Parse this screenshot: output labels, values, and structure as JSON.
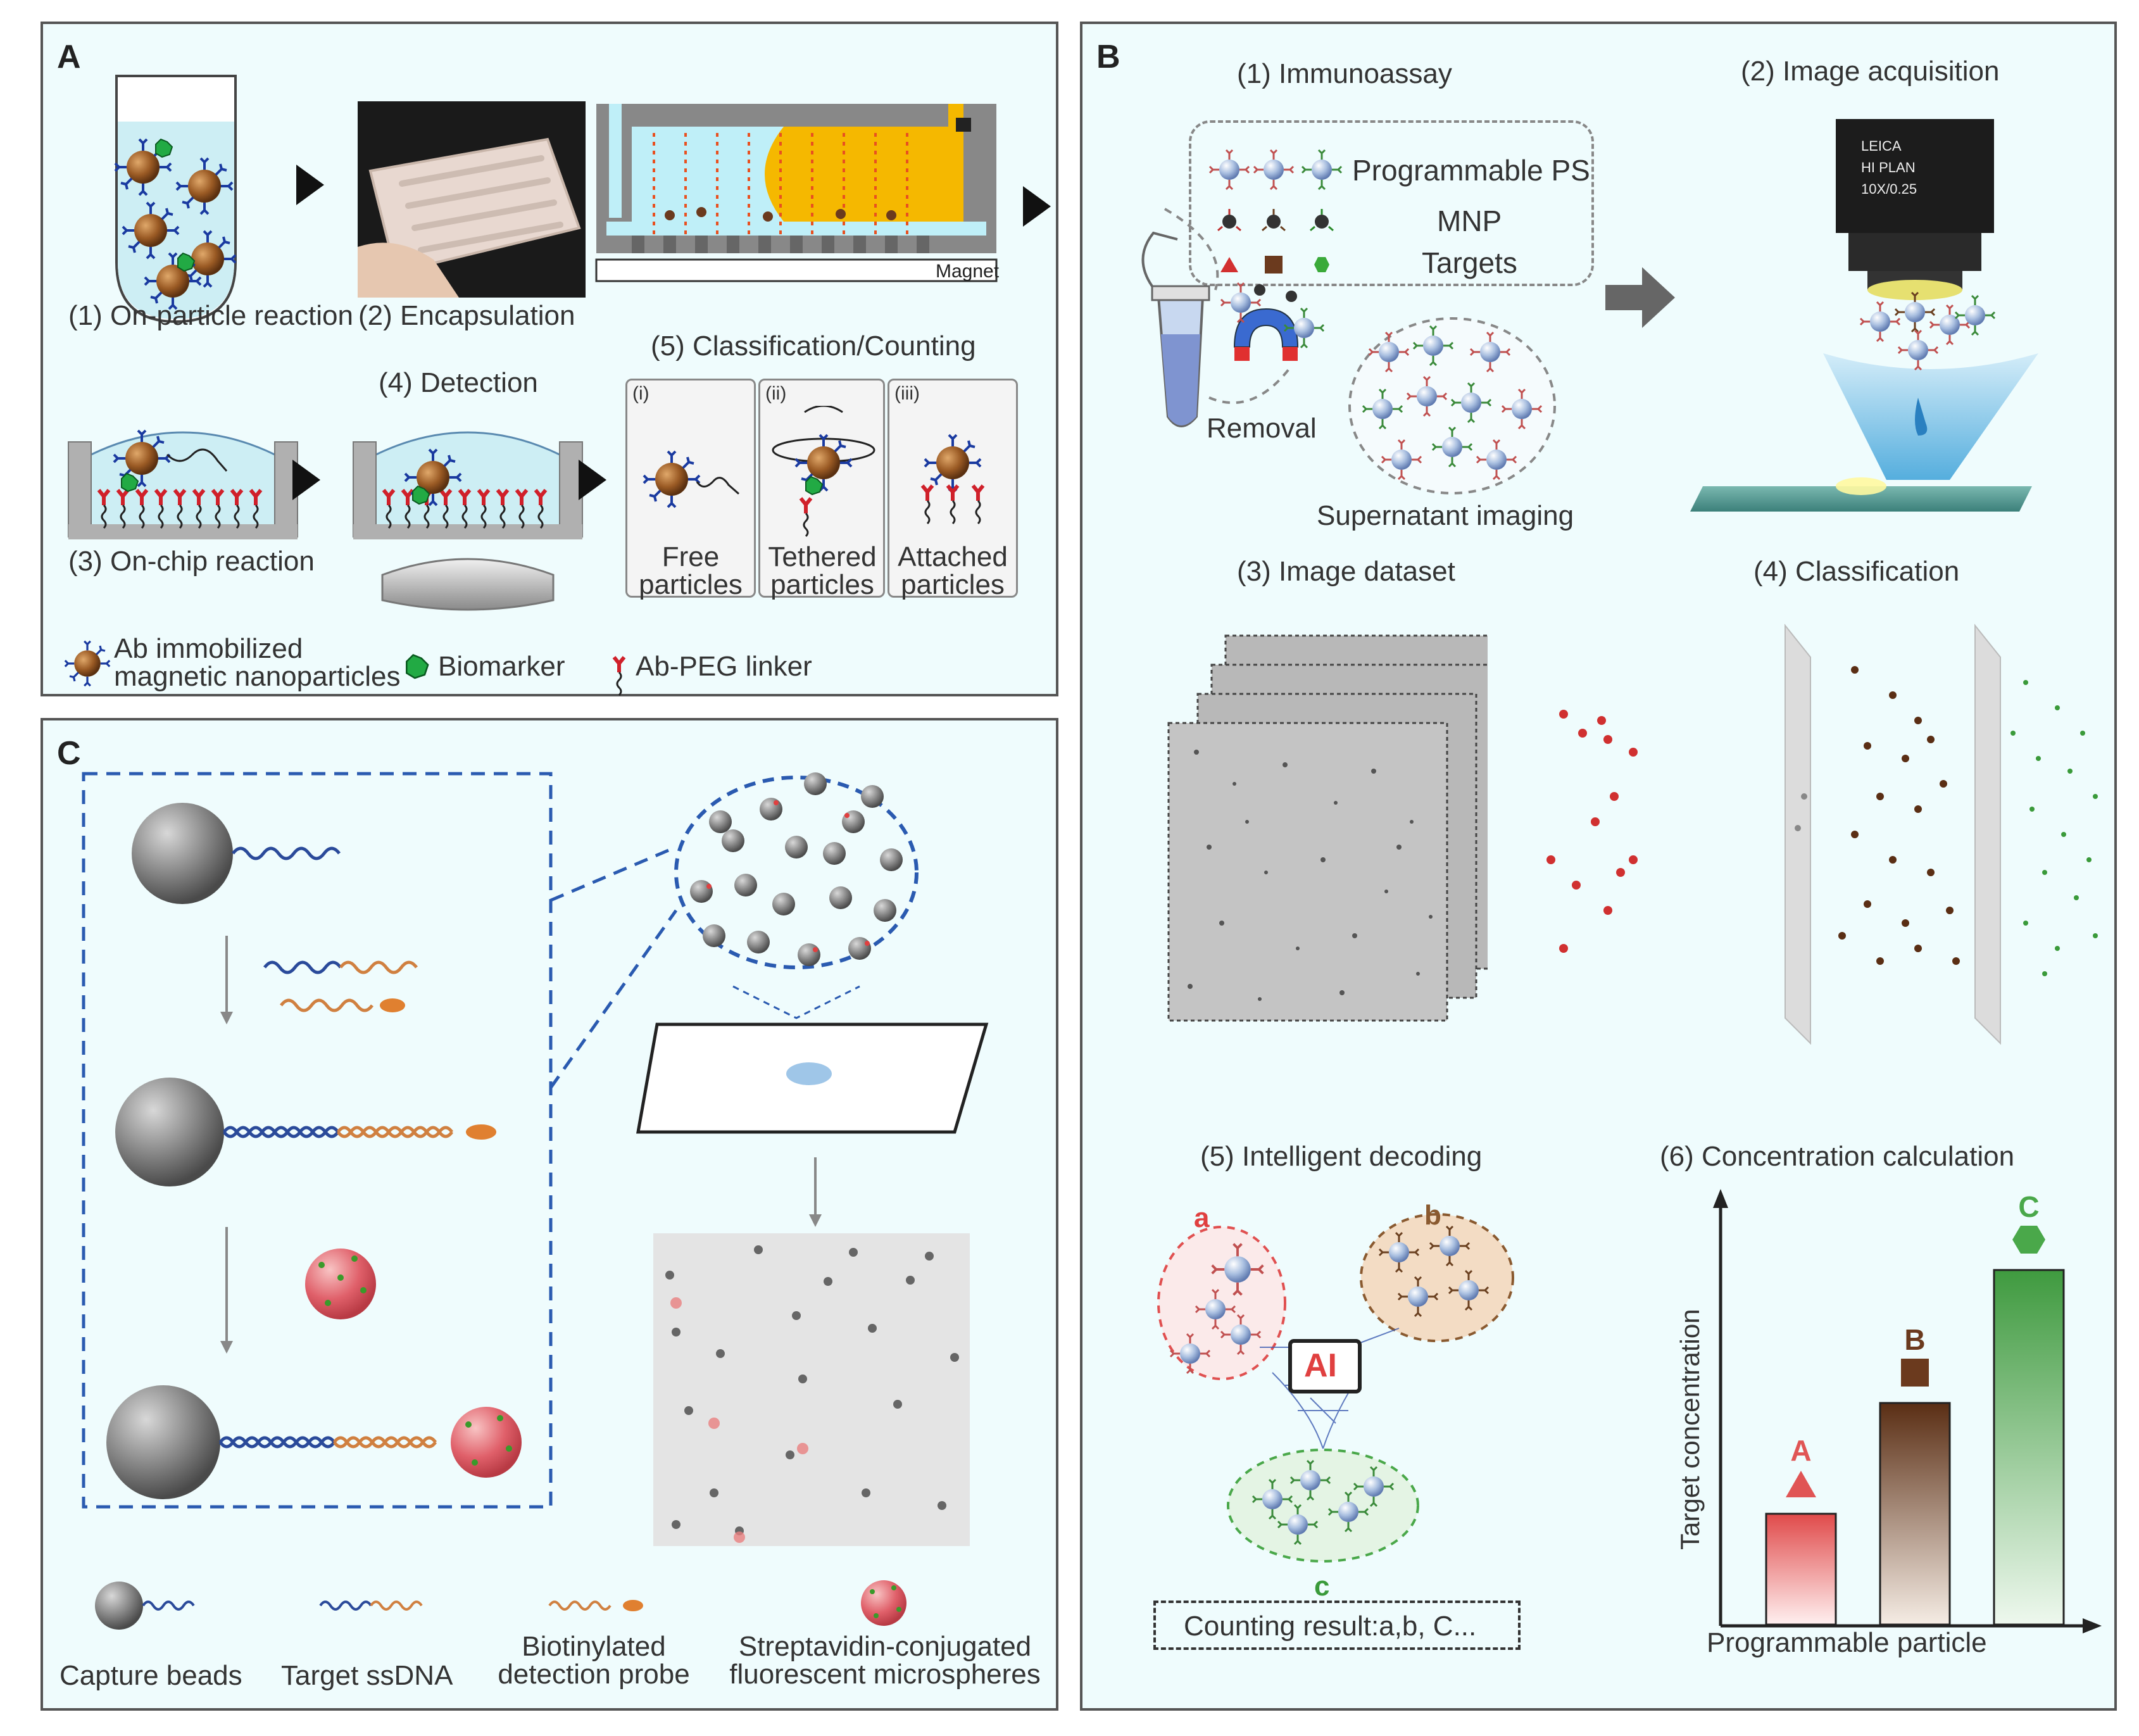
{
  "panel_a": {
    "letter": "A",
    "step1": "(1) On-particle reaction",
    "step2": "(2) Encapsulation",
    "magnet": "Magnet",
    "step3": "(3) On-chip reaction",
    "step4": "(4) Detection",
    "step5": "(5) Classification/Counting",
    "sub_i": "(i)",
    "sub_ii": "(ii)",
    "sub_iii": "(iii)",
    "free_1": "Free",
    "free_2": "particles",
    "tethered_1": "Tethered",
    "tethered_2": "particles",
    "attached_1": "Attached",
    "attached_2": "particles",
    "legend_mnp_1": "Ab immobilized",
    "legend_mnp_2": "magnetic nanoparticles",
    "legend_biomarker": "Biomarker",
    "legend_linker": "Ab-PEG linker"
  },
  "panel_b": {
    "letter": "B",
    "step1": "(1) Immunoassay",
    "step2": "(2) Image acquisition",
    "prog_ps": "Programmable PS",
    "mnp": "MNP",
    "targets": "Targets",
    "removal": "Removal",
    "supernatant": "Supernatant imaging",
    "objective_text_1": "LEICA",
    "objective_text_2": "HI PLAN",
    "objective_text_3": "10X/0.25",
    "step3": "(3) Image dataset",
    "step4": "(4) Classification",
    "step5": "(5) Intelligent decoding",
    "step6": "(6) Concentration calculation",
    "cluster_a": "a",
    "cluster_b": "b",
    "cluster_c": "c",
    "ai": "AI",
    "counting": "Counting result:a,b, C...",
    "chart_ylabel": "Target concentration",
    "chart_xlabel": "Programmable particle",
    "bar_a": "A",
    "bar_b": "B",
    "bar_c": "C"
  },
  "chart_data": {
    "type": "bar",
    "categories": [
      "A",
      "B",
      "C"
    ],
    "values": [
      1,
      2,
      3.2
    ],
    "ylabel": "Target concentration",
    "xlabel": "Programmable particle",
    "colors": [
      "#e05555",
      "#6b3a1e",
      "#4aa84a"
    ]
  },
  "panel_c": {
    "letter": "C",
    "legend_capture": "Capture beads",
    "legend_target": "Target ssDNA",
    "legend_probe_1": "Biotinylated",
    "legend_probe_2": "detection probe",
    "legend_micro_1": "Streptavidin-conjugated",
    "legend_micro_2": "fluorescent microspheres"
  }
}
